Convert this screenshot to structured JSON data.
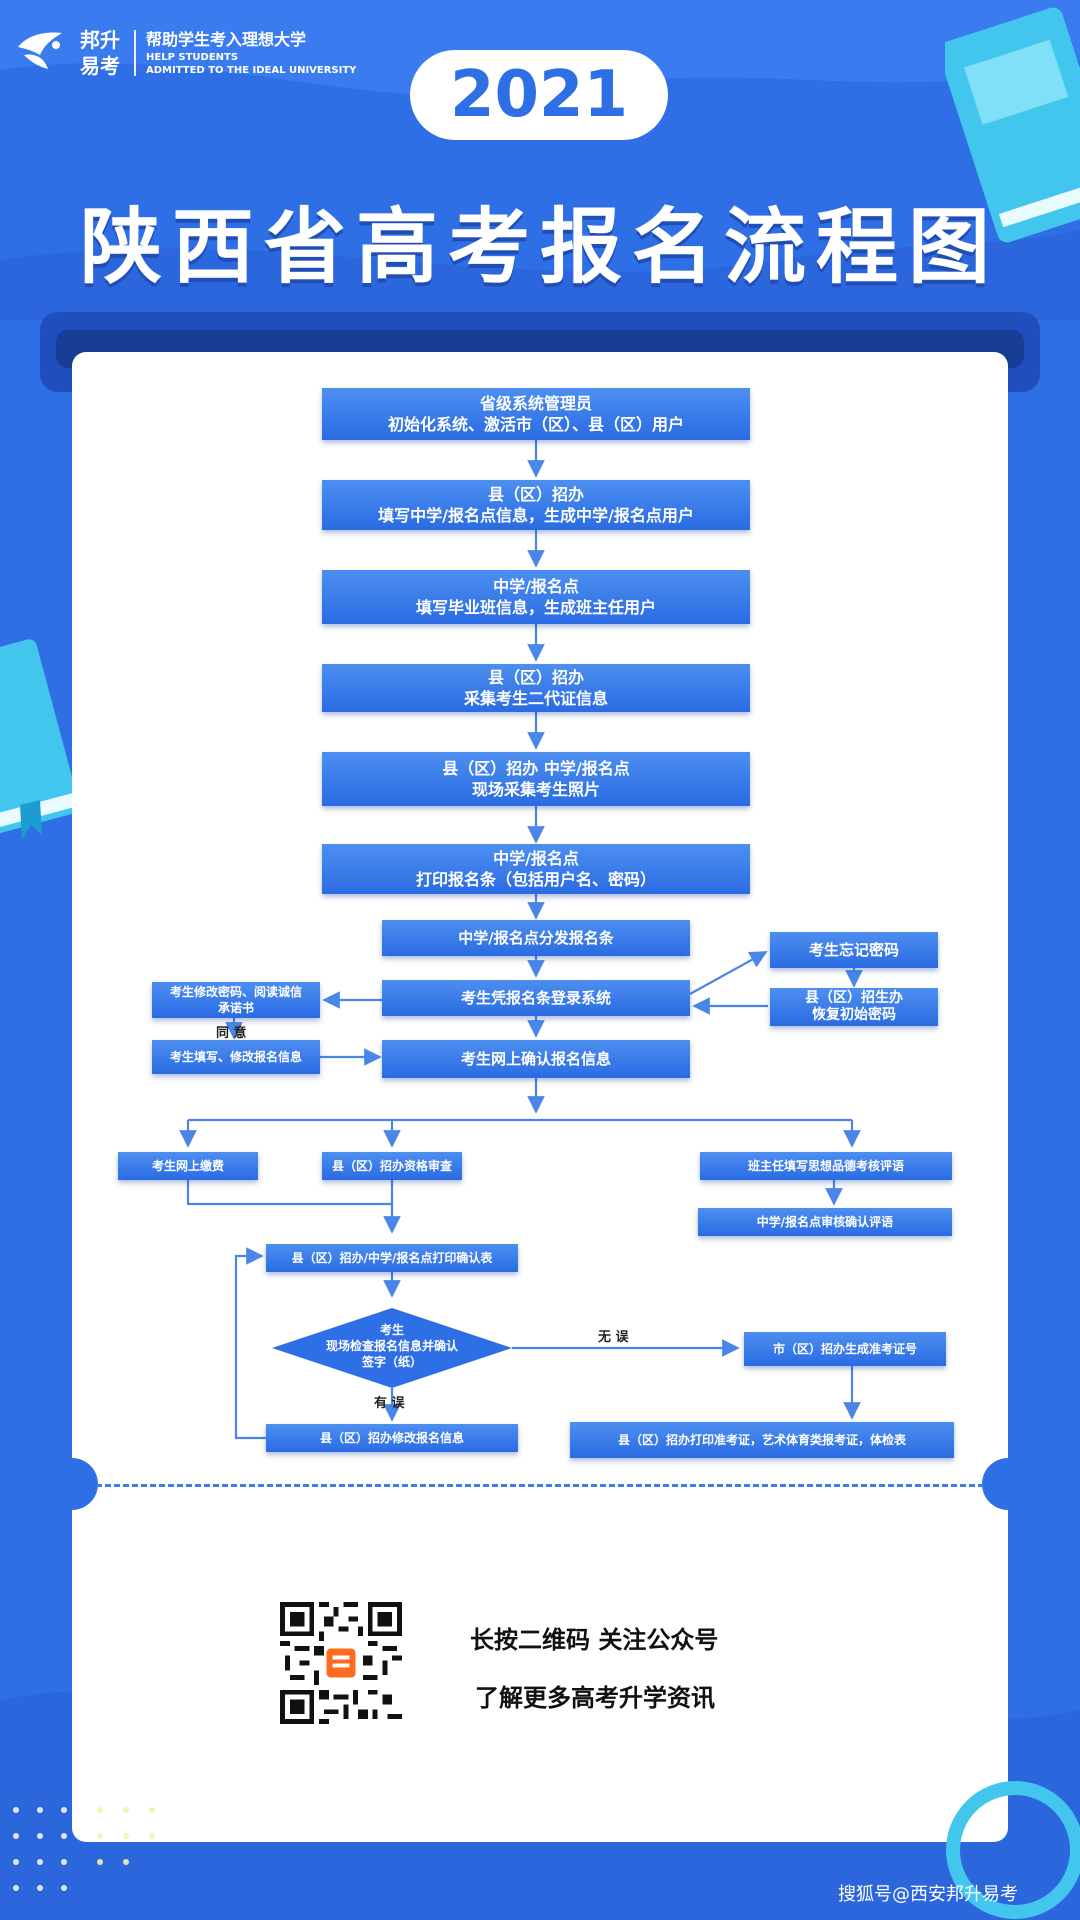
{
  "brand": {
    "name": "邦升易考",
    "slogan": "帮助学生考入理想大学",
    "english_line1": "HELP STUDENTS",
    "english_line2": "ADMITTED TO THE IDEAL UNIVERSITY"
  },
  "header": {
    "year": "2021",
    "title": "陕西省高考报名流程图"
  },
  "flow": {
    "steps": [
      {
        "line1": "省级系统管理员",
        "line2": "初始化系统、激活市（区）、县（区）用户"
      },
      {
        "line1": "县（区）招办",
        "line2": "填写中学/报名点信息，生成中学/报名点用户"
      },
      {
        "line1": "中学/报名点",
        "line2": "填写毕业班信息，生成班主任用户"
      },
      {
        "line1": "县（区）招办",
        "line2": "采集考生二代证信息"
      },
      {
        "line1": "县（区）招办 中学/报名点",
        "line2": "现场采集考生照片"
      },
      {
        "line1": "中学/报名点",
        "line2": "打印报名条（包括用户名、密码）"
      }
    ],
    "distribute": "中学/报名点分发报名条",
    "login": "考生凭报名条登录系统",
    "forgot_password": "考生忘记密码",
    "reset_line1": "县（区）招生办",
    "reset_line2": "恢复初始密码",
    "modify_pw_line1": "考生修改密码、阅读诚信",
    "modify_pw_line2": "承诺书",
    "agree_label": "同    意",
    "fill_info": "考生填写、修改报名信息",
    "confirm_online": "考生网上确认报名信息",
    "pay_online": "考生网上缴费",
    "qualification": "县（区）招办资格审查",
    "teacher_comment": "班主任填写思想品德考核评语",
    "school_confirm_comment": "中学/报名点审核确认评语",
    "print_confirm": "县（区）招办/中学/报名点打印确认表",
    "decision_line1": "考生",
    "decision_line2": "现场检查报名信息并确认",
    "decision_line3": "签字（纸）",
    "no_error_label": "无  误",
    "has_error_label": "有  误",
    "city_ticket": "市（区）招办生成准考证号",
    "modify_info": "县（区）招办修改报名信息",
    "print_ticket": "县（区）招办打印准考证，艺术体育类报考证，体检表"
  },
  "promo": {
    "line1": "长按二维码 关注公众号",
    "line2": "了解更多高考升学资讯",
    "qr_icon": "qr-code-icon"
  },
  "watermark": "搜狐号@西安邦升易考",
  "colors": {
    "background": "#2f6fe6",
    "box_top": "#4d8ff0",
    "box_bottom": "#2a6be3",
    "arrow": "#4a86e8"
  }
}
